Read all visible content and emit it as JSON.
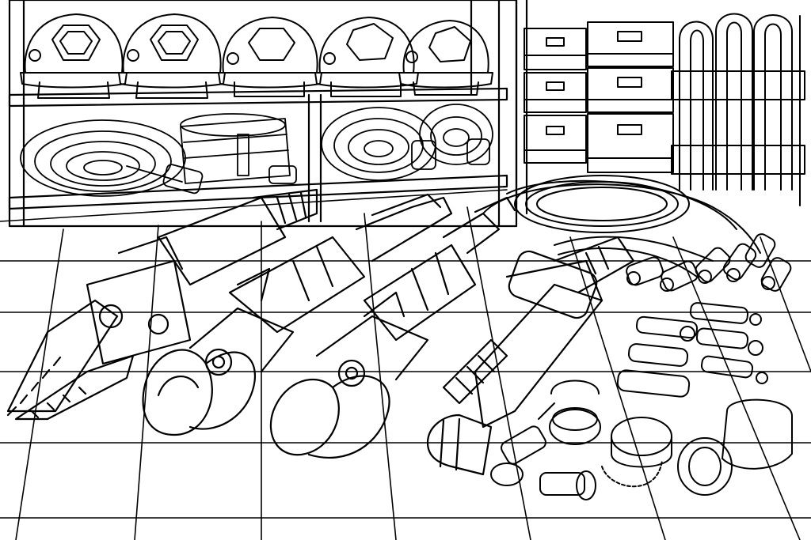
{
  "image": {
    "style": "black line-art coloring page",
    "ink_color": "#000000",
    "paper_color": "#ffffff"
  },
  "scene": {
    "helmets": {
      "count": 5,
      "icon": "firefighter-helmet-icon"
    },
    "rolled_hoses_on_shelf": {
      "count": 4,
      "icon": "hose-roll-icon"
    },
    "storage_cases": {
      "count": 6,
      "icon": "case-icon"
    },
    "hanging_hoses": {
      "icon": "hose-rack-icon"
    },
    "rescue_tools": [
      {
        "kind": "spreader",
        "icon": "spreader-icon"
      },
      {
        "kind": "cutter",
        "icon": "cutter-icon"
      },
      {
        "kind": "combi-tool",
        "icon": "combi-tool-icon"
      },
      {
        "kind": "ram",
        "icon": "ram-icon"
      }
    ],
    "hydraulic_hose_bundle": {
      "coupling_count": 6,
      "icon": "hydraulic-hose-icon"
    },
    "pins": {
      "count": 6,
      "icon": "pin-icon"
    },
    "couplers_and_caps": {
      "count": 5,
      "icon": "coupler-icon"
    }
  }
}
